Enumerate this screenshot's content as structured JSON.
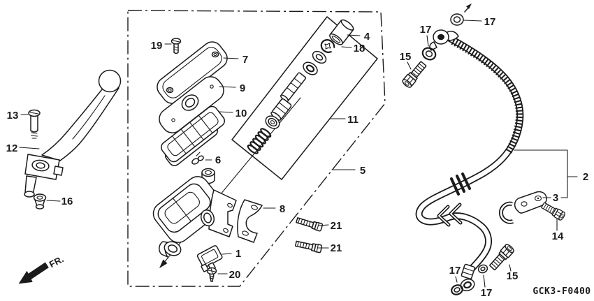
{
  "diagram": {
    "code": "GCK3-F0400",
    "fr_label": "FR.",
    "colors": {
      "line": "#1b1b1b",
      "background": "#ffffff"
    },
    "callouts": [
      {
        "label": "19"
      },
      {
        "label": "7"
      },
      {
        "label": "9"
      },
      {
        "label": "10"
      },
      {
        "label": "4"
      },
      {
        "label": "18"
      },
      {
        "label": "11"
      },
      {
        "label": "5"
      },
      {
        "label": "13"
      },
      {
        "label": "12"
      },
      {
        "label": "16"
      },
      {
        "label": "6"
      },
      {
        "label": "8"
      },
      {
        "label": "1"
      },
      {
        "label": "20"
      },
      {
        "label": "21"
      },
      {
        "label": "21"
      },
      {
        "label": "15"
      },
      {
        "label": "17"
      },
      {
        "label": "17"
      },
      {
        "label": "2"
      },
      {
        "label": "3"
      },
      {
        "label": "14"
      },
      {
        "label": "15"
      },
      {
        "label": "17"
      },
      {
        "label": "17"
      }
    ]
  }
}
